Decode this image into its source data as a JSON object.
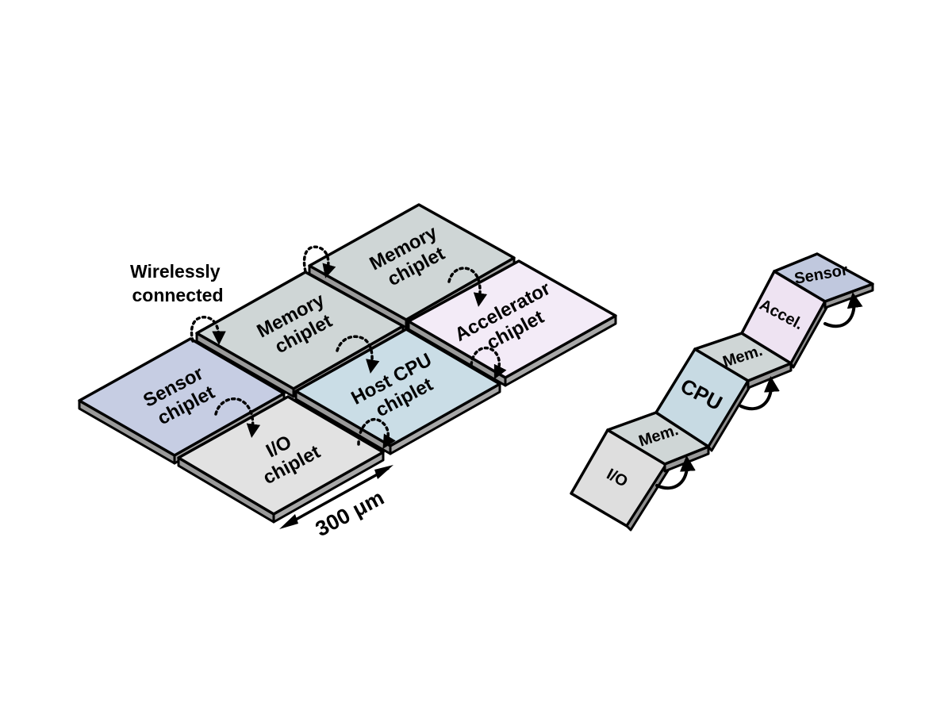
{
  "annotation": {
    "line1": "Wirelessly",
    "line2": "connected"
  },
  "scale": {
    "label": "300 μm"
  },
  "flat_layout": {
    "chiplets": [
      {
        "id": "memory-top",
        "line1": "Memory",
        "line2": "chiplet",
        "color": "#cfd6d6"
      },
      {
        "id": "memory-mid",
        "line1": "Memory",
        "line2": "chiplet",
        "color": "#cfd6d6"
      },
      {
        "id": "accelerator",
        "line1": "Accelerator",
        "line2": "chiplet",
        "color": "#f3ebf7"
      },
      {
        "id": "sensor",
        "line1": "Sensor",
        "line2": "chiplet",
        "color": "#c6cde3"
      },
      {
        "id": "host-cpu",
        "line1": "Host CPU",
        "line2": "chiplet",
        "color": "#cadde6"
      },
      {
        "id": "io",
        "line1": "I/O",
        "line2": "chiplet",
        "color": "#e2e2e2"
      }
    ]
  },
  "folded_layout": {
    "segments": [
      {
        "id": "io",
        "label": "I/O",
        "color": "#dedede"
      },
      {
        "id": "mem-1",
        "label": "Mem.",
        "color": "#cfd6d6"
      },
      {
        "id": "cpu",
        "label": "CPU",
        "color": "#c7dae3"
      },
      {
        "id": "mem-2",
        "label": "Mem.",
        "color": "#cfd6d6"
      },
      {
        "id": "accel",
        "label": "Accel.",
        "color": "#eee3f2"
      },
      {
        "id": "sensor",
        "label": "Sensor",
        "color": "#c0c8de"
      }
    ]
  },
  "colors": {
    "outline": "#000000",
    "side": "#9a9a9a"
  }
}
